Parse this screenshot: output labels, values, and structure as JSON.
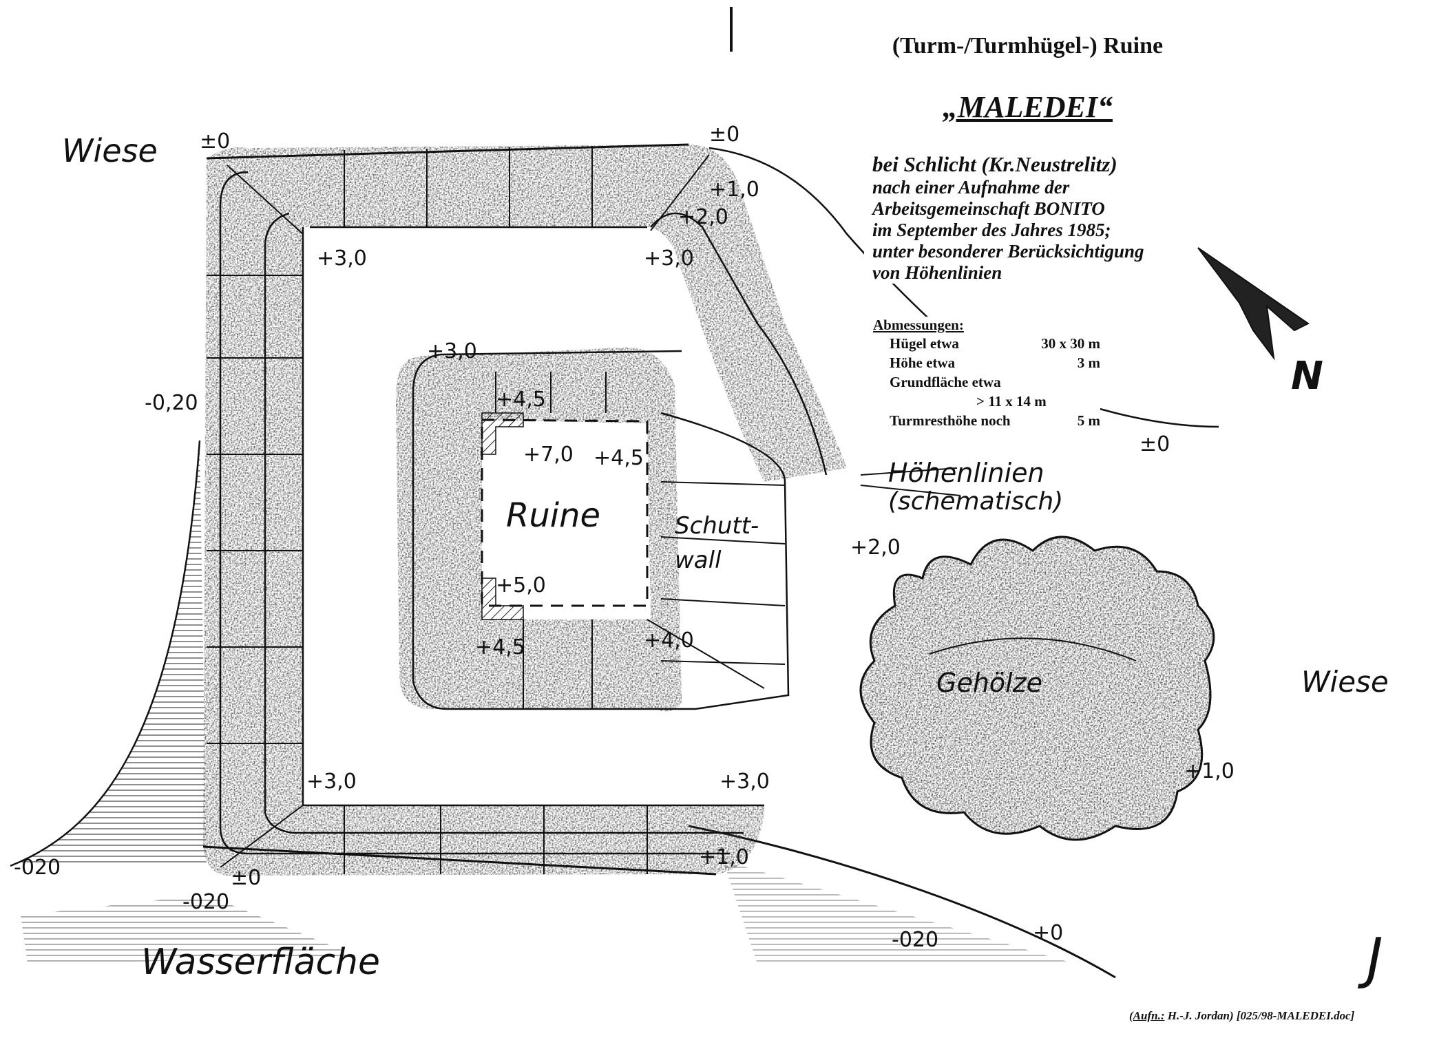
{
  "title": {
    "line1": "(Turm-/Turmhügel-) Ruine",
    "name": "„MALEDEI“"
  },
  "description": [
    "bei Schlicht (Kr.Neustrelitz)",
    "nach einer Aufnahme der",
    "Arbeitsgemeinschaft BONITO",
    "im September des Jahres 1985;",
    "unter besonderer Berücksichtigung",
    "von Höhenlinien"
  ],
  "dimensions": {
    "heading": "Abmessungen:",
    "rows": [
      {
        "label": "Hügel etwa",
        "value": "30 x 30 m"
      },
      {
        "label": "Höhe etwa",
        "value": "3 m"
      },
      {
        "label": "Grundfläche etwa",
        "value": ""
      },
      {
        "label": "",
        "value": "> 11 x 14 m"
      },
      {
        "label": "Turmresthöhe noch",
        "value": "5 m"
      }
    ]
  },
  "labels": {
    "wiese_left": "Wiese",
    "wiese_right": "Wiese",
    "ruine": "Ruine",
    "schuttwall_1": "Schutt-",
    "schuttwall_2": "wall",
    "hoehenlinien_1": "Höhenlinien",
    "hoehenlinien_2": "(schematisch)",
    "gehoelze": "Gehölze",
    "wasserflaeche": "Wasserfläche",
    "north": "N",
    "signature": "J"
  },
  "elevations": {
    "e0_top_left": "±0",
    "e0_top_right": "±0",
    "e10_top": "+1,0",
    "e20_top": "+2,0",
    "e30_top_right": "+3,0",
    "e30_top_left": "+3,0",
    "e30_inner": "+3,0",
    "e45_a": "+4,5",
    "e45_b": "+4,5",
    "e45_c": "+4,5",
    "e70": "+7,0",
    "e50": "+5,0",
    "e40": "+4,0",
    "e_m020_left": "-0,20",
    "e20_right": "+2,0",
    "e0_far_right": "±0",
    "e10_right": "+1,0",
    "e30_bottom_left": "+3,0",
    "e30_bottom_right": "+3,0",
    "e10_bottom": "+1,0",
    "e_m020_bl": "-020",
    "e_m020_bl2": "-020",
    "e0_bottom_left": "±0",
    "e_m020_bottom": "-020",
    "e0_bottom_right": "+0"
  },
  "credit": {
    "prefix": "Aufn.:",
    "author": "H.-J. Jordan)",
    "file": "[025/98-MALEDEI.doc]"
  }
}
